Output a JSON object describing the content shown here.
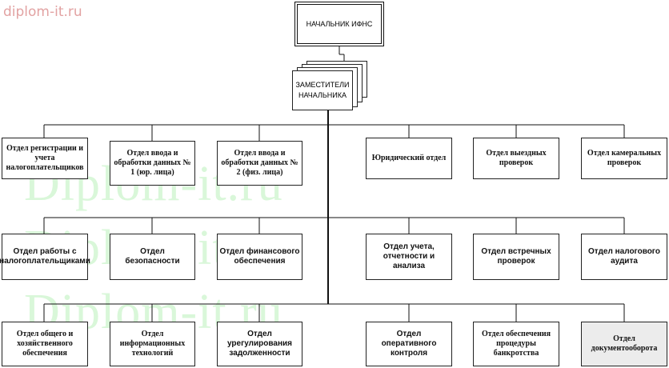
{
  "site_label": "diplom-it.ru",
  "watermark": "Diplom-it.ru",
  "head": "НАЧАЛЬНИК ИФНС",
  "deputies": "ЗАМЕСТИТЕЛИ НАЧАЛЬНИКА",
  "row1": [
    "Отдел регистрации и учета налогоплательщиков",
    "Отдел ввода и обработки данных № 1 (юр. лица)",
    "Отдел ввода и обработки данных № 2 (физ. лица)",
    "Юридический отдел",
    "Отдел выездных проверок",
    "Отдел камеральных проверок"
  ],
  "row2": [
    "Отдел работы с налогоплательщиками",
    "Отдел безопасности",
    "Отдел финансового обеспечения",
    "Отдел учета, отчетности и анализа",
    "Отдел встречных проверок",
    "Отдел налогового аудита"
  ],
  "row3": [
    "Отдел общего и хозяйственного обеспечения",
    "Отдел информационных технологий",
    "Отдел урегулирования задолженности",
    "Отдел оперативного контроля",
    "Отдел обеспечения процедуры банкротства",
    "Отдел документооборота"
  ]
}
